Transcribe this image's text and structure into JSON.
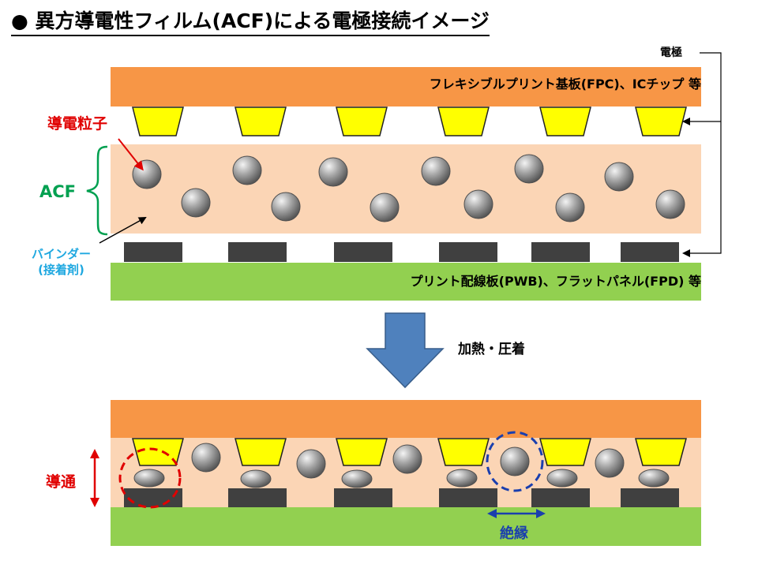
{
  "title": "● 異方導電性フィルム(ACF)による電極接続イメージ",
  "labels": {
    "fpc": "フレキシブルプリント基板(FPC)、ICチップ 等",
    "pwb": "プリント配線板(PWB)、フラットパネル(FPD) 等",
    "electrode": "電極",
    "conductive_particle": "導電粒子",
    "acf": "ACF",
    "binder_line1": "バインダー",
    "binder_line2": "(接着剤)",
    "process": "加熱・圧着",
    "conduction": "導通",
    "insulation": "絶縁"
  },
  "colors": {
    "fpc": "#f79646",
    "acf": "#fbd5b5",
    "pwb": "#92d050",
    "bump": "#ffff00",
    "electrode_dark": "#404040",
    "arrow": "#4f81bd",
    "red": "#e00000",
    "green": "#00a050",
    "cyan": "#1fa8e0",
    "blue": "#1a3fae"
  },
  "icons": [
    "down-arrow-icon",
    "brace-icon",
    "pointer-arrow-icon",
    "double-arrow-icon"
  ]
}
